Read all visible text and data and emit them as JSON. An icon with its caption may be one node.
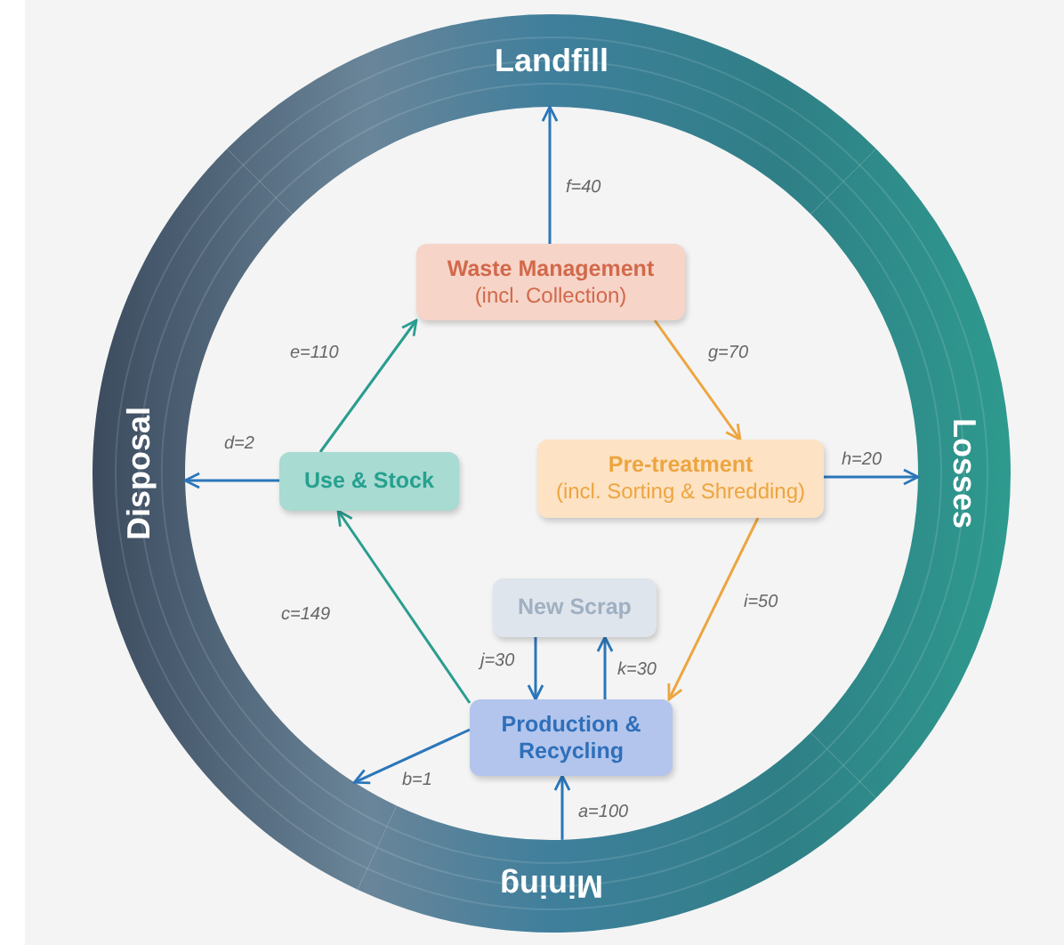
{
  "diagram": {
    "nodes": [
      {
        "text": [
          "Waste Management",
          "(incl. Collection)"
        ]
      },
      {
        "text": [
          "Pre-treatment",
          "(incl. Sorting & Shredding)"
        ]
      },
      {
        "text": [
          "Use & Stock"
        ]
      },
      {
        "text": [
          "New Scrap"
        ]
      },
      {
        "text": [
          "Production & Recycling"
        ]
      },
      {
        "text": [
          "Landfill"
        ]
      },
      {
        "text": [
          "Losses"
        ]
      },
      {
        "text": [
          "Mining"
        ]
      },
      {
        "text": [
          "Disposal"
        ]
      }
    ],
    "edges": [
      {
        "from": 7,
        "to": 4,
        "arrow": "to",
        "label": "a=100"
      },
      {
        "from": 4,
        "to": 8,
        "arrow": "to",
        "label": "b=1"
      },
      {
        "from": 4,
        "to": 2,
        "arrow": "to",
        "label": "c=149",
        "color": "#2a9d8f"
      },
      {
        "from": 2,
        "to": 8,
        "arrow": "to",
        "label": "d=2"
      },
      {
        "from": 2,
        "to": 0,
        "arrow": "to",
        "label": "e=110",
        "color": "#2a9d8f"
      },
      {
        "from": 0,
        "to": 5,
        "arrow": "to",
        "label": "f=40"
      },
      {
        "from": 0,
        "to": 1,
        "arrow": "to",
        "label": "g=70",
        "color": "#eda53f"
      },
      {
        "from": 1,
        "to": 6,
        "arrow": "to",
        "label": "h=20"
      },
      {
        "from": 1,
        "to": 4,
        "arrow": "to",
        "label": "i=50",
        "color": "#eda53f"
      },
      {
        "from": 3,
        "to": 4,
        "arrow": "to",
        "label": "j=30"
      },
      {
        "from": 4,
        "to": 3,
        "arrow": "to",
        "label": "k=30"
      }
    ]
  }
}
